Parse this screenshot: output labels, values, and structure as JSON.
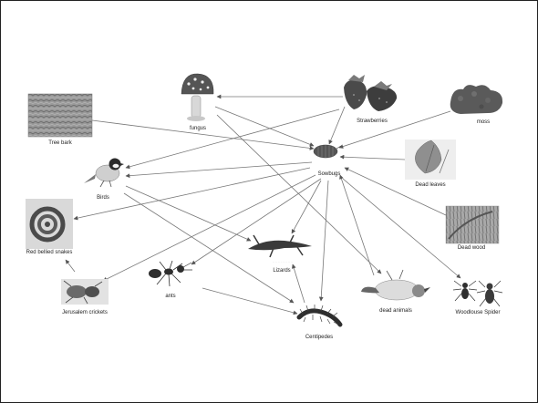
{
  "diagram": {
    "nodes": {
      "tree_bark": "Tree bark",
      "fungus": "fungus",
      "strawberries": "Strawberries",
      "moss": "moss",
      "sowbugs": "Sowbugs",
      "birds": "Birds",
      "dead_leaves": "Dead leaves",
      "dead_wood": "Dead wood",
      "red_bellied_snakes": "Red bellied snakes",
      "lizards": "Lizards",
      "ants": "ants",
      "jerusalem_crickets": "Jerusalem crickets",
      "dead_animals": "dead animals",
      "woodlouse_spider": "Woodlouse Spider",
      "centipedes": "Centipedes"
    },
    "edges": [
      [
        "tree_bark",
        "sowbugs"
      ],
      [
        "strawberries",
        "fungus"
      ],
      [
        "fungus",
        "sowbugs"
      ],
      [
        "strawberries",
        "sowbugs"
      ],
      [
        "moss",
        "sowbugs"
      ],
      [
        "dead_leaves",
        "sowbugs"
      ],
      [
        "dead_wood",
        "sowbugs"
      ],
      [
        "dead_animals",
        "sowbugs"
      ],
      [
        "strawberries",
        "birds"
      ],
      [
        "sowbugs",
        "birds"
      ],
      [
        "sowbugs",
        "red_bellied_snakes"
      ],
      [
        "sowbugs",
        "jerusalem_crickets"
      ],
      [
        "sowbugs",
        "ants"
      ],
      [
        "sowbugs",
        "lizards"
      ],
      [
        "sowbugs",
        "centipedes"
      ],
      [
        "sowbugs",
        "woodlouse_spider"
      ],
      [
        "birds",
        "lizards"
      ],
      [
        "birds",
        "centipedes"
      ],
      [
        "fungus",
        "dead_animals"
      ],
      [
        "jerusalem_crickets",
        "red_bellied_snakes"
      ],
      [
        "ants",
        "centipedes"
      ],
      [
        "centipedes",
        "lizards"
      ]
    ]
  }
}
